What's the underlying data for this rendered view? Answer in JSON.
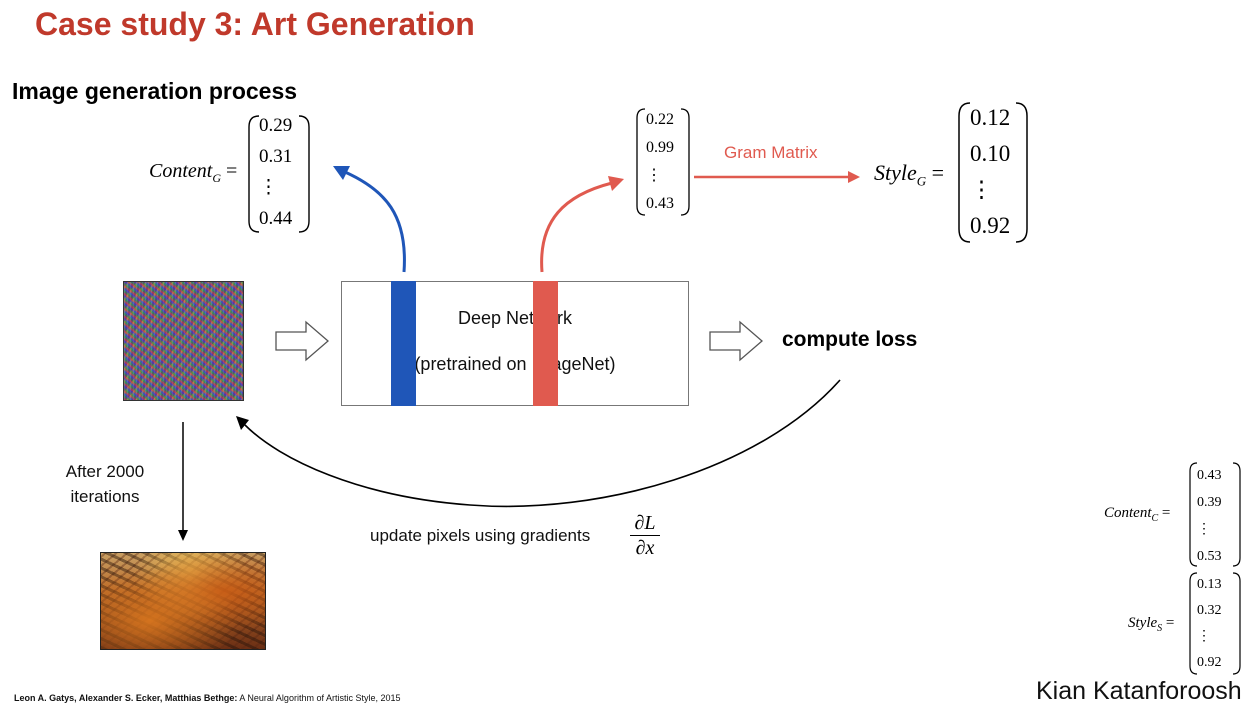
{
  "title": "Case study 3: Art Generation",
  "section_heading": "Image generation process",
  "content_g": {
    "symbol": "Content",
    "subscript": "G",
    "values": [
      "0.29",
      "0.31",
      "⋮",
      "0.44"
    ]
  },
  "mid_vector": {
    "values": [
      "0.22",
      "0.99",
      "⋮",
      "0.43"
    ]
  },
  "gram_label": "Gram Matrix",
  "style_g": {
    "symbol": "Style",
    "subscript": "G",
    "values": [
      "0.12",
      "0.10",
      "⋮",
      "0.92"
    ]
  },
  "network": {
    "line1": "Deep Network",
    "line2": "(pretrained on ImageNet)"
  },
  "compute_loss": "compute loss",
  "iterations_label": [
    "After 2000",
    "iterations"
  ],
  "update_label": "update pixels using gradients",
  "gradient": {
    "numerator": "∂L",
    "denominator": "∂x"
  },
  "content_c": {
    "symbol": "Content",
    "subscript": "C",
    "values": [
      "0.43",
      "0.39",
      "⋮",
      "0.53"
    ]
  },
  "style_s": {
    "symbol": "Style",
    "subscript": "S",
    "values": [
      "0.13",
      "0.32",
      "⋮",
      "0.92"
    ]
  },
  "citation": {
    "authors": "Leon A. Gatys, Alexander S. Ecker, Matthias Bethge:",
    "rest": " A Neural Algorithm of Artistic Style, 2015"
  },
  "author": "Kian Katanforoosh",
  "colors": {
    "title": "#c0392b",
    "blue": "#1f56b8",
    "red": "#e05a4f"
  }
}
